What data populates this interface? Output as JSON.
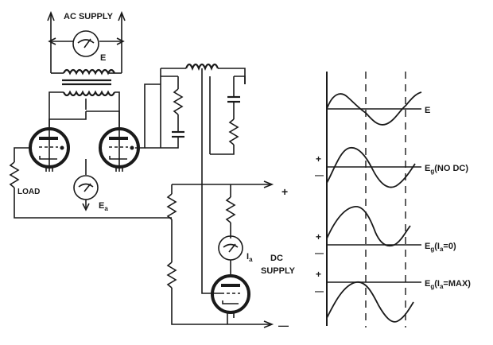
{
  "circuit": {
    "ac_supply_label": "AC SUPPLY",
    "meter_e_label": "E",
    "meter_ea_label": "E",
    "meter_ea_sub": "a",
    "meter_ia_label": "I",
    "meter_ia_sub": "a",
    "load_label": "LOAD",
    "dc_supply_line1": "DC",
    "dc_supply_line2": "SUPPLY",
    "plus_sign": "+",
    "minus_sign": "—"
  },
  "waveforms": {
    "e_label": "E",
    "eg_no_dc": {
      "main": "E",
      "sub": "g",
      "suffix": "(NO DC)"
    },
    "eg_ia_zero": {
      "main": "E",
      "sub": "g",
      "suffix": "(I",
      "sub2": "a",
      "suffix2": "=0)"
    },
    "eg_ia_max": {
      "main": "E",
      "sub": "g",
      "suffix": "(I",
      "sub2": "a",
      "suffix2": "=MAX)"
    },
    "plus": "+",
    "minus": "—"
  }
}
